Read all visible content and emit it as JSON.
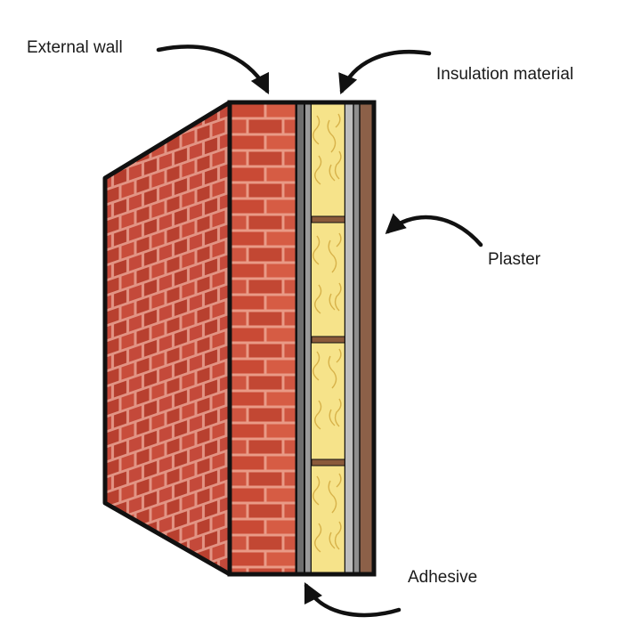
{
  "labels": {
    "external_wall": "External wall",
    "insulation": "Insulation material",
    "plaster": "Plaster",
    "adhesive": "Adhesive"
  },
  "colors": {
    "brick_front": "#c94a35",
    "brick_side": "#c0453a",
    "mortar": "#e99a86",
    "insulation": "#f6e38a",
    "insulation_fiber": "#d9b54a",
    "batten": "#8a5a3a",
    "adhesive": "#707070",
    "plaster": "#8c6048",
    "outline": "#111111"
  }
}
